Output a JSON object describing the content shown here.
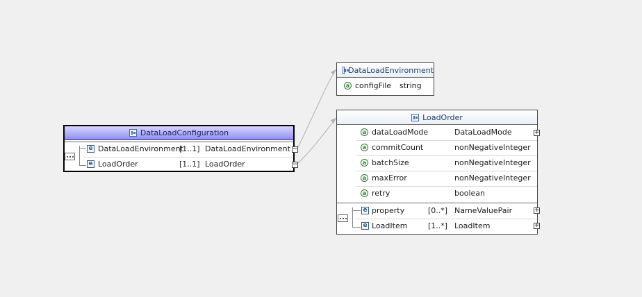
{
  "data_load_configuration": {
    "title": "DataLoadConfiguration",
    "children": [
      {
        "name": "DataLoadEnvironment",
        "cardinality": "[1..1]",
        "type": "DataLoadEnvironment"
      },
      {
        "name": "LoadOrder",
        "cardinality": "[1..1]",
        "type": "LoadOrder"
      }
    ]
  },
  "data_load_environment": {
    "title": "DataLoadEnvironment",
    "attributes": [
      {
        "name": "configFile",
        "type": "string"
      }
    ]
  },
  "load_order": {
    "title": "LoadOrder",
    "attributes": [
      {
        "name": "dataLoadMode",
        "type": "DataLoadMode"
      },
      {
        "name": "commitCount",
        "type": "nonNegativeInteger"
      },
      {
        "name": "batchSize",
        "type": "nonNegativeInteger"
      },
      {
        "name": "maxError",
        "type": "nonNegativeInteger"
      },
      {
        "name": "retry",
        "type": "boolean"
      }
    ],
    "elements": [
      {
        "name": "property",
        "cardinality": "[0..*]",
        "type": "NameValuePair"
      },
      {
        "name": "LoadItem",
        "cardinality": "[1..*]",
        "type": "LoadItem"
      }
    ]
  },
  "icons": {
    "element": "e",
    "attribute": "a",
    "expand": "+",
    "collapse": "−"
  },
  "colors": {
    "header_gradient_top": "#d6d6ff",
    "header_gradient_bottom": "#8f8ff0",
    "element_icon": "#2f5b8a",
    "attribute_icon": "#2e7d32",
    "connector": "#b0b0b0"
  }
}
